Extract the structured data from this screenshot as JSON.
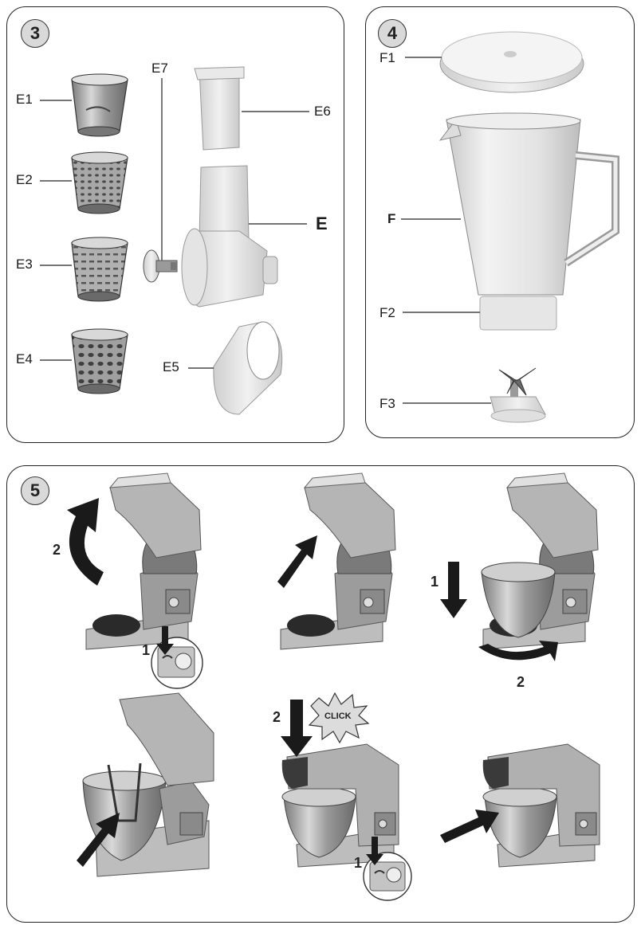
{
  "panel3": {
    "number": "3",
    "labels": {
      "e1": "E1",
      "e2": "E2",
      "e3": "E3",
      "e4": "E4",
      "e5": "E5",
      "e6": "E6",
      "e7": "E7",
      "e": "E"
    }
  },
  "panel4": {
    "number": "4",
    "labels": {
      "f1": "F1",
      "f": "F",
      "f2": "F2",
      "f3": "F3"
    }
  },
  "panel5": {
    "number": "5",
    "steps": {
      "s1_arrow2": "2",
      "s1_arrow1": "1",
      "s3_arrow1": "1",
      "s3_arrow2": "2",
      "s5_arrow2": "2",
      "s5_arrow1": "1",
      "click": "CLICK"
    }
  },
  "colors": {
    "outline": "#222222",
    "metal": "#b8b8b8",
    "plastic": "#e6e6e6",
    "arrow": "#1a1a1a"
  },
  "icons": [
    "grater-drum-icon",
    "blender-jar-icon",
    "stand-mixer-icon",
    "arrow-icon",
    "speed-dial-icon"
  ]
}
